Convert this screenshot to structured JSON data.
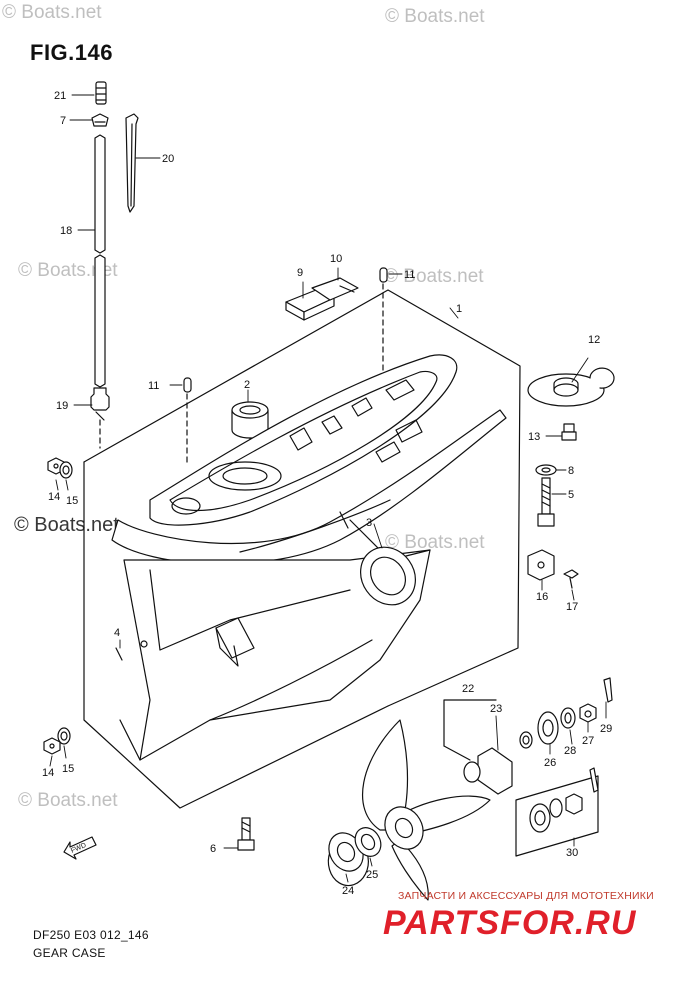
{
  "figure": {
    "title": "FIG.146",
    "caption_model": "DF250 E03 012_146",
    "caption_name": "GEAR CASE"
  },
  "watermark": {
    "text": "© Boats.net"
  },
  "branding": {
    "tagline": "ЗАПЧАСТИ И АКСЕССУАРЫ ДЛЯ МОТОТЕХНИКИ",
    "logo": "PARTSFOR.RU",
    "accent_color": "#e0202a"
  },
  "callouts": {
    "c1": "1",
    "c2": "2",
    "c3": "3",
    "c4": "4",
    "c5": "5",
    "c6": "6",
    "c7": "7",
    "c8": "8",
    "c9": "9",
    "c10": "10",
    "c11a": "11",
    "c11b": "11",
    "c12": "12",
    "c13": "13",
    "c14a": "14",
    "c14b": "14",
    "c15a": "15",
    "c15b": "15",
    "c16": "16",
    "c17": "17",
    "c18": "18",
    "c19": "19",
    "c20": "20",
    "c21": "21",
    "c22": "22",
    "c23": "23",
    "c24": "24",
    "c25": "25",
    "c26": "26",
    "c27": "27",
    "c28": "28",
    "c29": "29",
    "c30": "30"
  },
  "fwd_label": "FWD"
}
